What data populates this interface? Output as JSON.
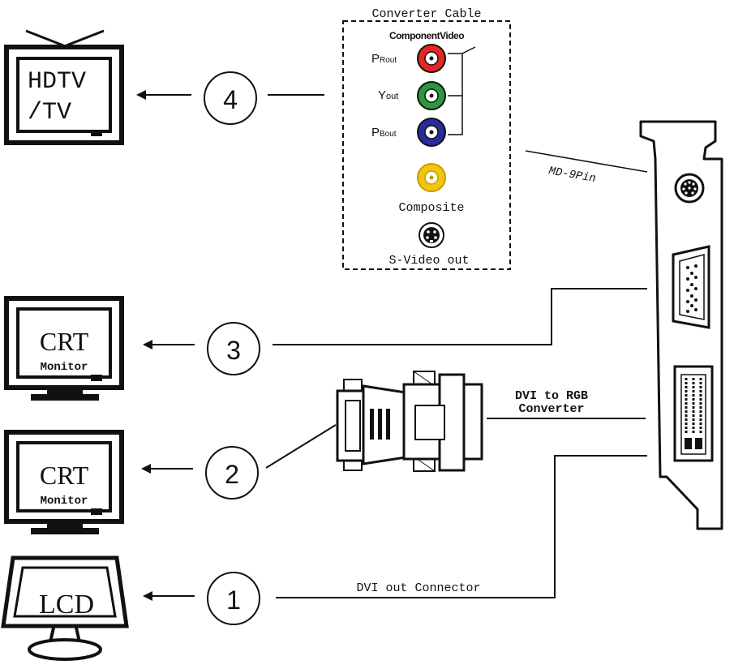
{
  "devices": {
    "tv": {
      "line1": "HDTV",
      "line2": "/TV"
    },
    "crt_top": {
      "line1": "CRT",
      "line2": "Monitor"
    },
    "crt_bottom": {
      "line1": "CRT",
      "line2": "Monitor"
    },
    "lcd": {
      "line1": "LCD"
    }
  },
  "steps": [
    "1",
    "2",
    "3",
    "4"
  ],
  "converter_cable": {
    "title": "Converter Cable",
    "component_header": "ComponentVideo",
    "pr_label": {
      "main": "P",
      "sub": "Rout"
    },
    "y_label": {
      "main": "Y",
      "sub": "out"
    },
    "pb_label": {
      "main": "P",
      "sub": "Bout"
    },
    "composite_label": "Composite",
    "svideo_label": "S-Video out"
  },
  "labels": {
    "md9pin": "MD-9Pin",
    "dvi_to_rgb_line1": "DVI to RGB",
    "dvi_to_rgb_line2": "Converter",
    "dvi_out": "DVI out Connector"
  },
  "colors": {
    "pr_jack": "#e8251f",
    "y_jack": "#2a9a38",
    "pb_jack": "#2a2a9a",
    "composite_jack": "#f2c50f",
    "line": "#111111"
  }
}
